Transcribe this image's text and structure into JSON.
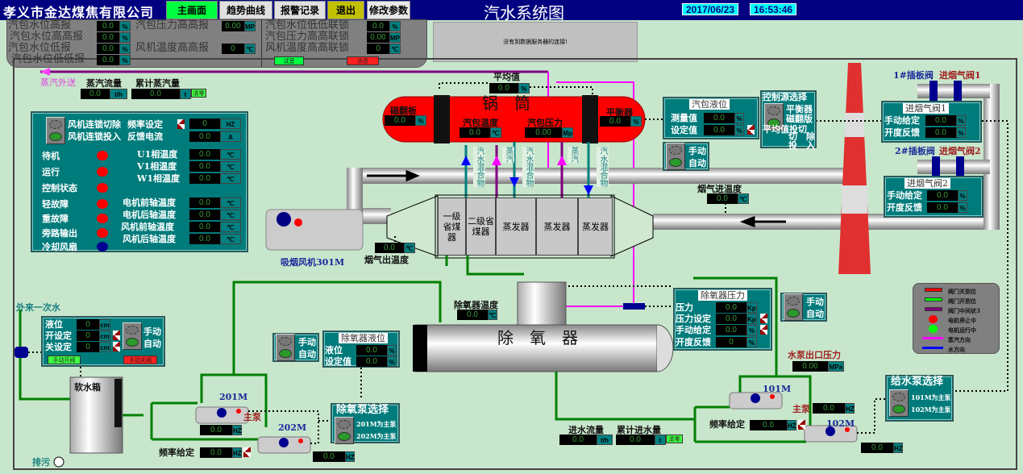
{
  "header": {
    "company": "孝义市金达煤焦有限公司",
    "nav": [
      "主画面",
      "趋势曲线",
      "报警记录",
      "退出",
      "修改参数"
    ],
    "title": "汽水系统图",
    "date": "2017/06/23",
    "time": "16:53:46"
  },
  "alarm": {
    "level_high": {
      "label": "汽包水位高报",
      "value": "0.0",
      "unit": "%"
    },
    "level_high_high": {
      "label": "汽包水位高高报",
      "value": "0.0",
      "unit": "%"
    },
    "level_low": {
      "label": "汽包水位低报",
      "value": "0.0",
      "unit": "%"
    },
    "level_low_low": {
      "label": "汽包水位低低报",
      "value": "0.0",
      "unit": "%"
    },
    "pressure_hh": {
      "label": "汽包压力高高报",
      "value": "0.00",
      "unit": "MP"
    },
    "fan_temp_hh": {
      "label": "风机温度高高报",
      "value": "0",
      "unit": "℃"
    },
    "level_ll_lock": {
      "label": "汽包水位低低联锁",
      "value": "0.0",
      "unit": "%"
    },
    "pressure_hh_lock": {
      "label": "汽包压力高高联锁",
      "value": "0.00",
      "unit": "MP"
    },
    "fan_temp_hh_lock": {
      "label": "风机温度高高联锁",
      "value": "0",
      "unit": "℃"
    },
    "test_sound": "试音",
    "mute": "消音"
  },
  "message": "没有到数据服务器的连接!",
  "steam": {
    "export": "蒸汽外送",
    "flow": {
      "label": "蒸汽流量",
      "value": "0.0",
      "unit": "t/h"
    },
    "total": {
      "label": "累计蒸汽量",
      "value": "0.0",
      "unit": "t"
    },
    "reset": "清零"
  },
  "fan_panel": {
    "lock_off": "风机连锁切除",
    "lock_on": "风机连锁投入",
    "freq": {
      "label": "频率设定",
      "value": "0",
      "unit": "HZ"
    },
    "current": {
      "label": "反馈电流",
      "value": "0.0",
      "unit": "A"
    },
    "status": [
      {
        "label": "待机",
        "color": "#ff0000"
      },
      {
        "label": "运行",
        "color": "#ff0000"
      },
      {
        "label": "控制状态",
        "color": "#ff0000"
      },
      {
        "label": "轻故障",
        "color": "#ff0000"
      },
      {
        "label": "重故障",
        "color": "#ff0000"
      },
      {
        "label": "旁路输出",
        "color": "#ff0000"
      },
      {
        "label": "冷却风扇",
        "color": "#000090"
      }
    ],
    "temps": [
      {
        "label": "U1相温度",
        "value": "0.0",
        "unit": "℃"
      },
      {
        "label": "V1相温度",
        "value": "0.0",
        "unit": "℃"
      },
      {
        "label": "W1相温度",
        "value": "0.0",
        "unit": "℃"
      },
      {
        "label": "电机前轴温度",
        "value": "0.0",
        "unit": "℃"
      },
      {
        "label": "电机后轴温度",
        "value": "0.0",
        "unit": "℃"
      },
      {
        "label": "风机前轴温度",
        "value": "0.0",
        "unit": "℃"
      },
      {
        "label": "风机后轴温度",
        "value": "0.0",
        "unit": "℃"
      }
    ]
  },
  "drum": {
    "name": "锅　筒",
    "avg": {
      "label": "平均值",
      "value": "0.0",
      "unit": "%"
    },
    "flap": {
      "label": "磁翻板",
      "value": "0.0",
      "unit": "%"
    },
    "temp": {
      "label": "汽包温度",
      "value": "0.0",
      "unit": "℃"
    },
    "pressure": {
      "label": "汽包压力",
      "value": "0.00",
      "unit": "Mp"
    },
    "balancer": {
      "label": "平衡器",
      "value": "0.0",
      "unit": "%"
    },
    "pipes": [
      "汽水混合物",
      "蒸汽",
      "汽水混合物",
      "蒸汽",
      "汽水混合物"
    ]
  },
  "economizer": [
    "一级省煤器",
    "二级省煤器",
    "蒸发器",
    "蒸发器",
    "蒸发器"
  ],
  "fan": {
    "name": "吸烟风机301M",
    "out_temp": {
      "label": "烟气出温度",
      "value": "0.0",
      "unit": "℃"
    },
    "in_temp": {
      "label": "烟气进温度",
      "value": "0.0",
      "unit": "℃"
    }
  },
  "drum_level": {
    "title": "汽包液位",
    "measured": {
      "label": "测量值",
      "value": "0.0",
      "unit": "%"
    },
    "setpoint": {
      "label": "设定值",
      "value": "0.0",
      "unit": "%"
    }
  },
  "manual": "手动",
  "auto": "自动",
  "ctrl_source": {
    "title": "控制源选择",
    "opt1": "平衡器",
    "opt2": "磁翻版",
    "avg_title": "平均值投切",
    "cut": "切　除",
    "put": "投　入"
  },
  "valves": {
    "v1_gate": "1#插板阀",
    "v1_name": "进烟气阀1",
    "v2_gate": "2#插板阀",
    "v2_name": "进烟气阀2",
    "v1": {
      "title": "进烟气阀1",
      "manual": {
        "label": "手动给定",
        "value": "0.0",
        "unit": "%"
      },
      "feedback": {
        "label": "开度反馈",
        "value": "0.0",
        "unit": "%"
      }
    },
    "v2": {
      "title": "进烟气阀2",
      "manual": {
        "label": "手动给定",
        "value": "0.0",
        "unit": "%"
      },
      "feedback": {
        "label": "开度反馈",
        "value": "0.0",
        "unit": "%"
      }
    }
  },
  "deaerator": {
    "name": "除　氧　器",
    "temp": {
      "label": "除氧器温度",
      "value": "0.0",
      "unit": "℃"
    },
    "pressure_panel": {
      "title": "除氧器压力",
      "pressure": {
        "label": "压力",
        "value": "0.0",
        "unit": "Kp"
      },
      "setpoint": {
        "label": "压力设定",
        "value": "0.0",
        "unit": "Kp"
      },
      "manual": {
        "label": "手动给定",
        "value": "0.0",
        "unit": "%"
      },
      "feedback": {
        "label": "开度反馈",
        "value": "0",
        "unit": "%"
      }
    },
    "level_panel": {
      "title": "除氧器液位",
      "level": {
        "label": "液位",
        "value": "0.0",
        "unit": "%"
      },
      "setpoint": {
        "label": "设定值",
        "value": "0.0",
        "unit": "%"
      }
    }
  },
  "legend": [
    {
      "label": "阀门关到位",
      "color": "#ff0000"
    },
    {
      "label": "阀门开到位",
      "color": "#00ff00"
    },
    {
      "label": "阀门中间状3",
      "color": "#800080"
    },
    {
      "label": "电机停止中",
      "color": "#ff0000"
    },
    {
      "label": "电机运行中",
      "color": "#00ff00"
    },
    {
      "label": "蒸汽方向",
      "color": "#ff00ff"
    },
    {
      "label": "水方向",
      "color": "#0000ff"
    }
  ],
  "feed": {
    "outlet_pressure": {
      "label": "水泵出口压力",
      "value": "0.00",
      "unit": "MPa"
    },
    "select": {
      "title": "给水泵选择",
      "opt1": "101M为主泵",
      "opt2": "102M为主泵"
    },
    "p101": {
      "name": "101M",
      "main": "主泵",
      "hz": {
        "value": "0.0",
        "unit": "HZ"
      }
    },
    "p102": {
      "name": "102M",
      "hz": {
        "value": "0.0",
        "unit": "HZ"
      }
    },
    "freq": {
      "label": "频率给定",
      "value": "0.0",
      "unit": "HZ"
    },
    "in_flow": {
      "label": "进水流量",
      "value": "0.0",
      "unit": "t/h"
    },
    "in_total": {
      "label": "累计进水量",
      "value": "0.0",
      "unit": "t"
    },
    "reset": "清零"
  },
  "soft": {
    "source": "外来一次水",
    "tank": "软水箱",
    "drain": "排污",
    "level": {
      "label": "液位",
      "value": "0",
      "unit": "cm"
    },
    "open_set": {
      "label": "开设定",
      "value": "0",
      "unit": "cm"
    },
    "close_set": {
      "label": "关设定",
      "value": "0",
      "unit": "cm"
    },
    "open_btn": "手动开阀",
    "close_btn": "手动关阀"
  },
  "dpump": {
    "select": {
      "title": "除氧泵选择",
      "opt1": "201M为主泵",
      "opt2": "202M为主泵"
    },
    "p201": {
      "name": "201M",
      "main": "主泵",
      "hz": {
        "value": "0.0",
        "unit": "HZ"
      }
    },
    "p202": {
      "name": "202M",
      "hz": {
        "value": "0.0",
        "unit": "HZ"
      }
    },
    "freq": {
      "label": "频率给定",
      "value": "0.0",
      "unit": "HZ"
    }
  }
}
